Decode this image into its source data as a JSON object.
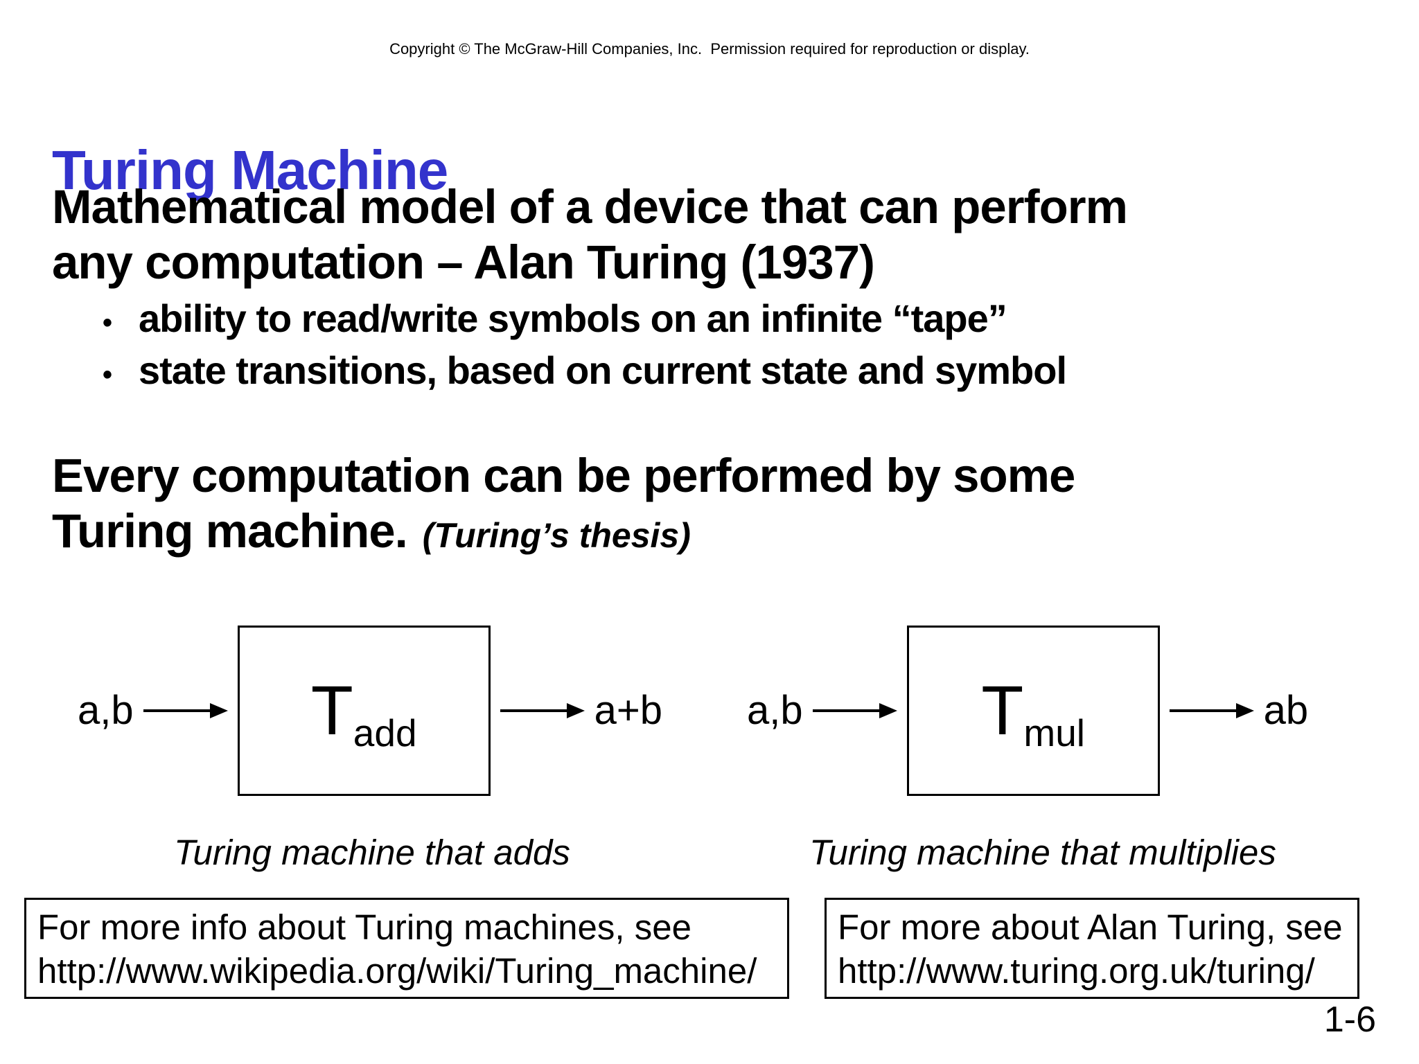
{
  "slide": {
    "copyright": "Copyright © The McGraw-Hill Companies, Inc.  Permission required for reproduction or display.",
    "title": "Turing Machine",
    "intro": {
      "lines": [
        "Mathematical model of a device that can perform",
        "any computation – Alan Turing (1937)"
      ]
    },
    "bullets": [
      {
        "glyph": "•",
        "text": "ability to read/write symbols on an infinite “tape”"
      },
      {
        "glyph": "•",
        "text": "state transitions, based on current state and symbol"
      }
    ],
    "thesis": {
      "lines": [
        "Every computation can be performed by some",
        "Turing machine."
      ],
      "note": "(Turing’s thesis)"
    },
    "diagrams": [
      {
        "input": "a,b",
        "box_label": "T",
        "box_subscript": "add",
        "output": "a+b",
        "caption": "Turing machine that adds"
      },
      {
        "input": "a,b",
        "box_label": "T",
        "box_subscript": "mul",
        "output": "ab",
        "caption": "Turing machine that multiplies"
      }
    ],
    "info_boxes": [
      {
        "line1": "For more info about Turing machines, see",
        "line2": "http://www.wikipedia.org/wiki/Turing_machine/"
      },
      {
        "line1": "For more about Alan Turing, see",
        "line2": "http://www.turing.org.uk/turing/"
      }
    ],
    "page_number": "1-6",
    "colors": {
      "title_blue": "#3333cc",
      "text": "#000000",
      "background": "#ffffff"
    }
  }
}
